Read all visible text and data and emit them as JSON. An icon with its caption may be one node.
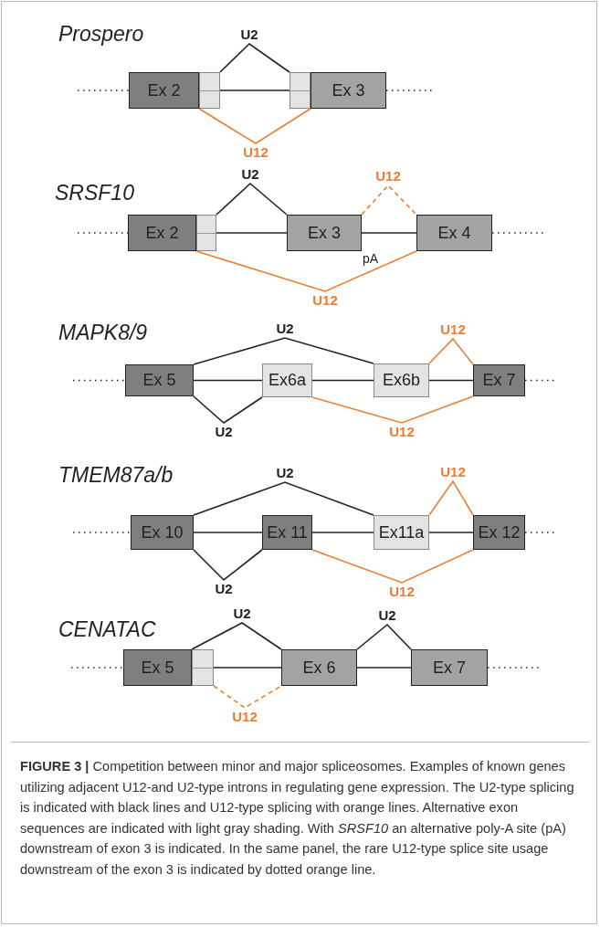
{
  "diagram": {
    "caption": "**FIGURE 3 |** Competition between minor and major spliceosomes. Examples of known genes utilizing adjacent U12-and U2-type introns in regulating gene expression. The U2-type splicing is indicated with black lines and U12-type splicing with orange lines. Alternative exon sequences are indicated with light gray shading. With *SRSF10* an alternative poly-A site (pA) downstream of exon 3 is indicated. In the same panel, the rare U12-type splice site usage downstream of the exon 3 is indicated by dotted orange line.",
    "nodes": [
      {
        "text": [
          "Ex 2"
        ]
      },
      {
        "text": [],
        "shape": "box"
      },
      {
        "text": [],
        "shape": "box"
      },
      {
        "text": [
          "Ex 3"
        ]
      },
      {
        "text": [
          "Ex 2"
        ]
      },
      {
        "text": [],
        "shape": "box"
      },
      {
        "text": [
          "Ex 3"
        ],
        "beside": [
          "pA"
        ]
      },
      {
        "text": [
          "Ex 4"
        ]
      },
      {
        "text": [
          "Ex 5"
        ]
      },
      {
        "text": [
          "Ex6a"
        ]
      },
      {
        "text": [
          "Ex6b"
        ]
      },
      {
        "text": [
          "Ex 7"
        ]
      },
      {
        "text": [
          "Ex 10"
        ]
      },
      {
        "text": [
          "Ex 11"
        ]
      },
      {
        "text": [
          "Ex11a"
        ]
      },
      {
        "text": [
          "Ex 12"
        ]
      },
      {
        "text": [
          "Ex 5"
        ]
      },
      {
        "text": [],
        "shape": "box"
      },
      {
        "text": [
          "Ex 6"
        ]
      },
      {
        "text": [
          "Ex 7"
        ]
      }
    ],
    "edges": [
      {
        "from": null,
        "to": 0,
        "arrow": "none",
        "style": "dashed"
      },
      {
        "from": 1,
        "to": 2,
        "arrow": "none"
      },
      {
        "from": 1,
        "to": 2,
        "arrow": "none",
        "label": "U2"
      },
      {
        "from": 0,
        "to": 3,
        "arrow": "none",
        "label": "U12",
        "color": "#ed7d31"
      },
      {
        "from": 3,
        "to": null,
        "arrow": "none",
        "style": "dashed"
      },
      {
        "from": null,
        "to": 4,
        "arrow": "none",
        "style": "dashed"
      },
      {
        "from": 5,
        "to": 6,
        "arrow": "none"
      },
      {
        "from": 5,
        "to": 6,
        "arrow": "none",
        "label": "U2"
      },
      {
        "from": 6,
        "to": 7,
        "arrow": "none"
      },
      {
        "from": 6,
        "to": 7,
        "arrow": "none",
        "label": "U12",
        "style": "dashed",
        "color": "#ed7d31"
      },
      {
        "from": 4,
        "to": 7,
        "arrow": "none",
        "label": "U12",
        "color": "#ed7d31"
      },
      {
        "from": 7,
        "to": null,
        "arrow": "none",
        "style": "dashed"
      },
      {
        "from": null,
        "to": 8,
        "arrow": "none",
        "style": "dashed"
      },
      {
        "from": 8,
        "to": 9,
        "arrow": "none"
      },
      {
        "from": 9,
        "to": 10,
        "arrow": "none"
      },
      {
        "from": 10,
        "to": 11,
        "arrow": "none"
      },
      {
        "from": 8,
        "to": 10,
        "arrow": "none",
        "label": "U2"
      },
      {
        "from": 8,
        "to": 9,
        "arrow": "none",
        "label": "U2"
      },
      {
        "from": 10,
        "to": 11,
        "arrow": "none",
        "label": "U12",
        "color": "#ed7d31"
      },
      {
        "from": 9,
        "to": 11,
        "arrow": "none",
        "label": "U12",
        "color": "#ed7d31"
      },
      {
        "from": 11,
        "to": null,
        "arrow": "none",
        "style": "dashed"
      },
      {
        "from": null,
        "to": 12,
        "arrow": "none",
        "style": "dashed"
      },
      {
        "from": 12,
        "to": 13,
        "arrow": "none"
      },
      {
        "from": 13,
        "to": 14,
        "arrow": "none"
      },
      {
        "from": 14,
        "to": 15,
        "arrow": "none"
      },
      {
        "from": 12,
        "to": 14,
        "arrow": "none",
        "label": "U2"
      },
      {
        "from": 12,
        "to": 13,
        "arrow": "none",
        "label": "U2"
      },
      {
        "from": 14,
        "to": 15,
        "arrow": "none",
        "label": "U12",
        "color": "#ed7d31"
      },
      {
        "from": 13,
        "to": 15,
        "arrow": "none",
        "label": "U12",
        "color": "#ed7d31"
      },
      {
        "from": 15,
        "to": null,
        "arrow": "none",
        "style": "dashed"
      },
      {
        "from": null,
        "to": 16,
        "arrow": "none",
        "style": "dashed"
      },
      {
        "from": 17,
        "to": 18,
        "arrow": "none"
      },
      {
        "from": 16,
        "to": 18,
        "arrow": "none",
        "label": "U2"
      },
      {
        "from": 17,
        "to": 18,
        "arrow": "none",
        "label": "U12",
        "style": "dashed",
        "color": "#ed7d31"
      },
      {
        "from": 18,
        "to": 19,
        "arrow": "none"
      },
      {
        "from": 18,
        "to": 19,
        "arrow": "none",
        "label": "U2"
      },
      {
        "from": 19,
        "to": null,
        "arrow": "none",
        "style": "dashed"
      }
    ],
    "labels": [
      "Prospero",
      "SRSF10",
      "MAPK8/9",
      "TMEM87a/b",
      "CENATAC"
    ]
  }
}
